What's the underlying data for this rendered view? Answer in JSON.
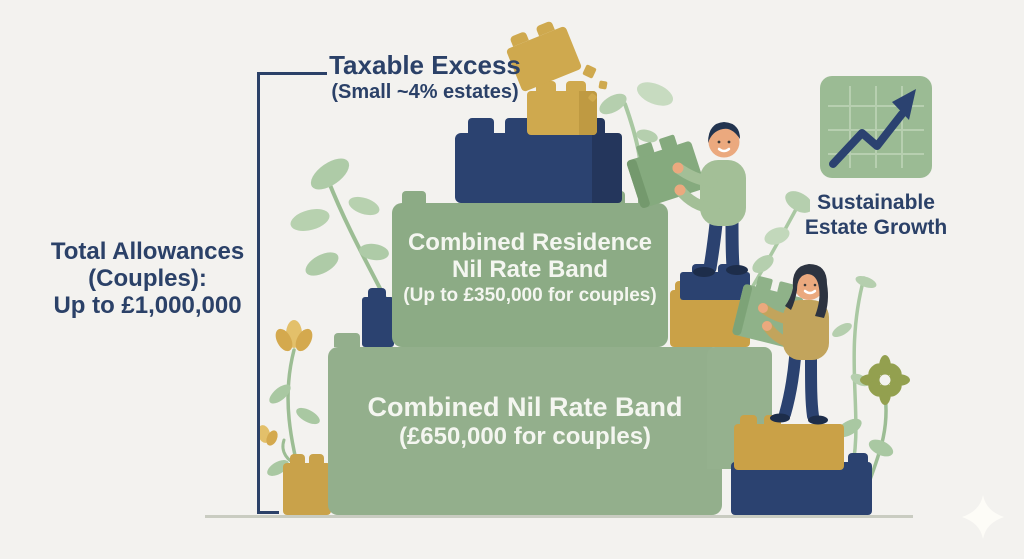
{
  "annotations": {
    "taxable_excess": {
      "title": "Taxable Excess",
      "subtitle": "(Small ~4% estates)"
    },
    "total_allowances": {
      "line1": "Total Allowances",
      "line2": "(Couples):",
      "line3": "Up to £1,000,000"
    }
  },
  "pyramid": {
    "residence_band": {
      "line1": "Combined Residence",
      "line2": "Nil Rate Band",
      "subtitle": "(Up to £350,000 for couples)"
    },
    "nil_rate_band": {
      "title": "Combined Nil Rate Band",
      "subtitle": "(£650,000 for couples)"
    }
  },
  "badge": {
    "line1": "Sustainable",
    "line2": "Estate Growth",
    "icon": "growth-chart-icon"
  },
  "icons": [
    "growth-chart-icon",
    "sparkle-icon"
  ],
  "colors": {
    "background": "#f3f2ef",
    "navy": "#2b4270",
    "navy_dark": "#24365c",
    "text_navy": "#2b4168",
    "gold": "#cfa94e",
    "gold_dark": "#bf9a42",
    "tier_green_bottom": "#93af8c",
    "tier_green_middle": "#8cab85",
    "piece_green": "#85aa7e",
    "leaf_green": "#aecba7",
    "icon_bg": "#9bbb94",
    "ground": "#c9ccc1",
    "skin": "#eba97e",
    "man_shirt": "#a3bf97",
    "woman_top": "#c2a45c",
    "flower_olive": "#93a04f",
    "white_text": "#f4f6f0"
  }
}
